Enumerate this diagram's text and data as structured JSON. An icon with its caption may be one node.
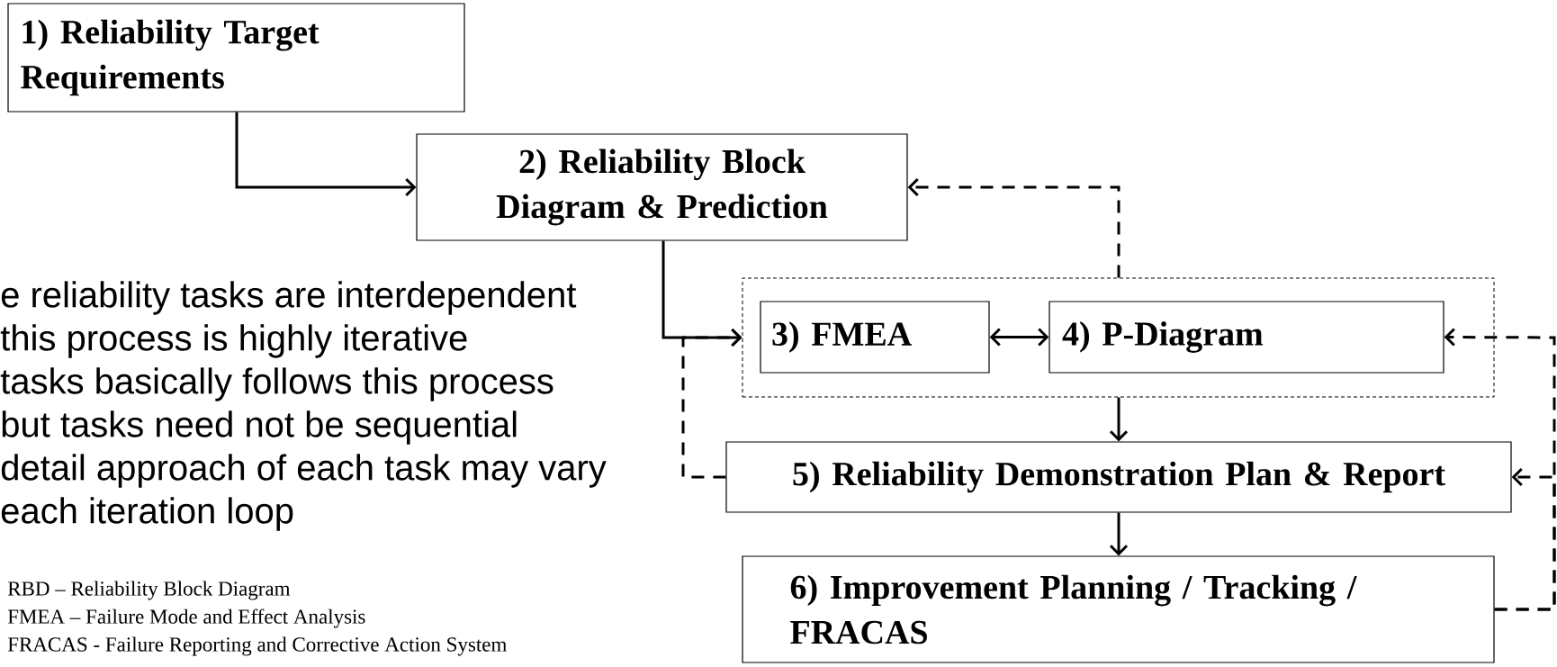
{
  "diagram": {
    "nodes": [
      {
        "text": [
          "1)  Reliability Target Requirements"
        ]
      },
      {
        "text": [
          "2) Reliability Block Diagram & Prediction"
        ]
      },
      {
        "text": [],
        "shape": "box"
      },
      {
        "text": [
          "3) FMEA"
        ],
        "in": 2
      },
      {
        "text": [
          "4) P-Diagram"
        ],
        "in": 2
      },
      {
        "text": [
          "5) Reliability Demonstration Plan & Report"
        ]
      },
      {
        "text": [
          "6) Improvement Planning / Tracking / FRACAS"
        ]
      }
    ],
    "edges": [
      {
        "from": 0,
        "to": 1,
        "arrow": "to"
      },
      {
        "from": 1,
        "to": 2,
        "arrow": "to"
      },
      {
        "from": 3,
        "to": 4,
        "arrow": "both"
      },
      {
        "from": 2,
        "to": 1,
        "arrow": "to",
        "style": "dashed"
      },
      {
        "from": 2,
        "to": 5,
        "arrow": "to"
      },
      {
        "from": 5,
        "to": 6,
        "arrow": "to"
      },
      {
        "from": 6,
        "to": 4,
        "arrow": "to",
        "style": "dashed"
      },
      {
        "from": 6,
        "to": 5,
        "arrow": "to",
        "style": "dashed"
      },
      {
        "from": 5,
        "to": 2,
        "arrow": "to",
        "style": "dashed"
      }
    ],
    "labels": [
      "e reliability tasks are interdependent",
      "this process is highly iterative",
      "tasks basically follows this process",
      "but tasks need not be sequential",
      "detail approach of each task may vary",
      "each iteration loop",
      "RBD – Reliability Block Diagram",
      "FMEA – Failure Mode and Effect Analysis",
      "FRACAS - Failure Reporting and Corrective Action System"
    ]
  }
}
